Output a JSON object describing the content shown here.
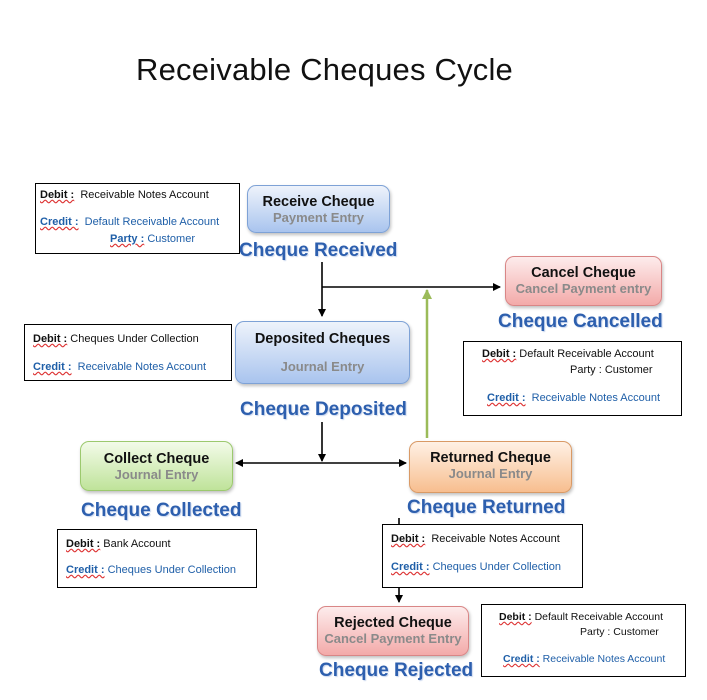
{
  "title": "Receivable Cheques Cycle",
  "nodes": {
    "receive": {
      "title": "Receive Cheque",
      "sub": "Payment Entry",
      "status": "Cheque Received"
    },
    "cancel": {
      "title": "Cancel Cheque",
      "sub": "Cancel Payment entry",
      "status": "Cheque Cancelled"
    },
    "deposited": {
      "title": "Deposited Cheques",
      "sub": "Journal Entry",
      "status": "Cheque Deposited"
    },
    "collect": {
      "title": "Collect Cheque",
      "sub": "Journal Entry",
      "status": "Cheque Collected"
    },
    "returned": {
      "title": "Returned Cheque",
      "sub": "Journal Entry",
      "status": "Cheque Returned"
    },
    "rejected": {
      "title": "Rejected Cheque",
      "sub": "Cancel Payment Entry",
      "status": "Cheque Rejected"
    }
  },
  "entries": {
    "receive": {
      "debit_key": "Debit :",
      "debit": "Receivable Notes Account",
      "credit_key": "Credit :",
      "credit": "Default Receivable Account",
      "party_key": "Party :",
      "party": "Customer"
    },
    "deposited": {
      "debit_key": "Debit :",
      "debit": "Cheques Under Collection",
      "credit_key": "Credit :",
      "credit": "Receivable Notes Account"
    },
    "cancel": {
      "debit_key": "Debit :",
      "debit": "Default Receivable Account",
      "party_key": "Party :",
      "party": "Customer",
      "credit_key": "Credit :",
      "credit": "Receivable Notes Account"
    },
    "collect": {
      "debit_key": "Debit :",
      "debit": "Bank Account",
      "credit_key": "Credit :",
      "credit": "Cheques Under Collection"
    },
    "returned": {
      "debit_key": "Debit :",
      "debit": "Receivable Notes Account",
      "credit_key": "Credit :",
      "credit": "Cheques Under Collection"
    },
    "rejected": {
      "debit_key": "Debit :",
      "debit": "Default Receivable Account",
      "party_key": "Party :",
      "party": "Customer",
      "credit_key": "Credit :",
      "credit": "Receivable Notes Account"
    }
  },
  "colors": {
    "connector": "#000000",
    "return_arrow": "#9bbb59",
    "status_text": "#2d5fae"
  }
}
